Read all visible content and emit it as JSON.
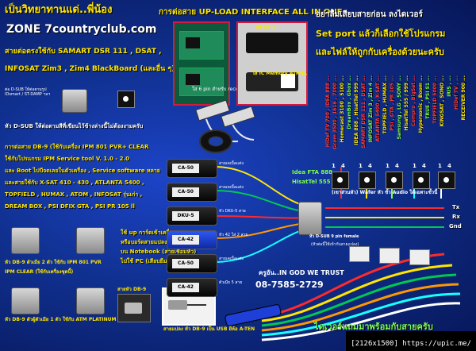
{
  "header": {
    "line1": "เป็นวิทยาทานแด่..พี่น้อง",
    "site": "ZONE 7countryclub.com",
    "models1": "สายต่อตรงใช้กับ SAMART DSR 111 , DSAT ,",
    "models2": "INFOSAT Zim3 , Zim4 BlackBoard (และอื่น ๆ)"
  },
  "top_banner": "การต่อสาย UP-LOAD INTERFACE ALL IN ONE",
  "photo_labels": {
    "box1": "ใส่ 6 pin สำหรับ receiver",
    "box2": "ปลายสาย",
    "box3": "ใส่ IC Memory ATMEL"
  },
  "right_notes": {
    "line1": "อย่าลืมเสียบสายก่อน ลงไดเวอร์",
    "line2": "Set port แล้วก็เลือกใช้โปรแกรม",
    "line3": "และไฟล์ให้ถูกกับเครื่องด้วยนะครับ"
  },
  "small_notes": {
    "dsub_small": "ต่อ D-SUB ให้ต่อตามรูป\nIDsmart / ST-DAMP ฯลฯ",
    "dsub_note": "หัว D-SUB ให้ต่อตามสีที่เขียนไว้ข้างล่างนี้ไม่ต้องงามครับ",
    "usage": [
      "การต่อสาย DB-9 (ใช้กับเครื่อง IPM 801 PVR+ CLEAR",
      "ใช้กับโปรแกรม IPM Service tool V. 1.0 - 2.0",
      "และ Boot ไปบีจดเลยในตัวเครื่อง , Service software หลาย",
      "และสายใช้กับ X-SAT 410 - 430 , ATLANTA 5400 ,",
      "TOPFIELD , HUMAX , ATOM , INFOSAT รุ่นเก่า ,",
      "DREAM BOX , PSI DFIX  GTA , PSI PR 105 ll"
    ],
    "hint1": "ใช้ up การ์ดเข้าเครื่อง",
    "hint2": "หรือบอร์ดสายแปลงเพื่อ up",
    "hint3": "บน Notebook (สายเชื่อมหัว)",
    "hint4": "ไปใช้ PC (เสียบยืมสายได้)",
    "db9a": "หัว DB-9 ตัวเมีย 2 ตัว ใช้กับ IPM 801 PVR",
    "db9b": "IPM CLEAR (ใช้กับเครื่องชุดนี้)",
    "db9c": "หัว DB-9 ตัวผู้ตัวเมีย 1 ตัว ใช้กับ ATM PLATINUM รุ่นเก่า",
    "cable_caption": "สายหัว DB-9",
    "usb_caption": "สายแปลง หัว DB-9 เป็น USB ยี่ห้อ A-TEN",
    "contact_label": "ครูอัน..IN GOD WE TRUST",
    "phone": "08-7585-2729",
    "bottom": "ไดเวอร์แถมมาพร้อมกับสายครับ",
    "watermark": "[2126x1500] https://upic.me/",
    "dsub9": "หัว D-SUB 9 pin female",
    "connect": "(หัวต่อนี้ใช้เข้ากับสายแปลง)",
    "wafer": "(เขาส่วนหัว) Wafer หัว ขั้ว Audio ใต้เฉพาะขั้วนี้",
    "idea": "Idea FTA 888 ,",
    "hisattel": "HisatTel 555 , 999",
    "tx": "Tx",
    "rx": "Rx",
    "gnd": "Gnd",
    "pin_nums": [
      "1",
      "4",
      "1",
      "4",
      "1",
      "4",
      "1",
      "4",
      "1",
      "4"
    ]
  },
  "dongles": [
    "CA-50",
    "CA-50",
    "DKU-5",
    "CA-42",
    "CA-50",
    "CA-42"
  ],
  "dongle_notes": [
    "สายเคเบิ้ลเเต่ง",
    "สายเคเบิ้ลเเต่ง",
    "หัว DKU-5 สาย",
    "หัว 42 ใส่ 2 สาย",
    "สายเคเบิ้ลเเต่ง",
    "ตัวเมีย 5 สาย"
  ],
  "vertical_labels": [
    {
      "text": "HiDef TV 700 , IDEA 888 ...",
      "color": "#ff3b3b"
    },
    {
      "text": "Gcom 3500 , 1616 , 7000 ...",
      "color": "#ff3b3b"
    },
    {
      "text": "Homecast 3100 , 5100 ...",
      "color": "#ffe600"
    },
    {
      "text": "DreamBox , Gbox ...",
      "color": "#7dff4a"
    },
    {
      "text": "IDEA 888 , HisatTel 999 ...",
      "color": "#ffe600"
    },
    {
      "text": "SAMART DSR 111 , DSAT ...",
      "color": "#ff3b3b"
    },
    {
      "text": "INFOSAT Zim 3 , Zim 4 ...",
      "color": "#7dff4a"
    },
    {
      "text": "ATLANTA 5400 , X-SAT ...",
      "color": "#ff3b3b"
    },
    {
      "text": "TOPFIELD , HUMAX ...",
      "color": "#ffe600"
    },
    {
      "text": "PSI , GTA , PR 105 ...",
      "color": "#ff3b3b"
    },
    {
      "text": "Samsung , LG , SONY ...",
      "color": "#7dff4a"
    },
    {
      "text": "HisatTel 555 / 999 ...",
      "color": "#ffe600"
    },
    {
      "text": "Compro , BigSat ...",
      "color": "#ff3b3b"
    },
    {
      "text": "Hypersonic , Boom ...",
      "color": "#ffe600"
    },
    {
      "text": "TRUE , PSI S1 ...",
      "color": "#7dff4a"
    },
    {
      "text": "TOPFIELD 5000 ...",
      "color": "#ff3b3b"
    },
    {
      "text": "KINGSAT , SONO ...",
      "color": "#ffe600"
    },
    {
      "text": "IRIS , ...",
      "color": "#7dff4a"
    },
    {
      "text": "HiDef TV , ...",
      "color": "#ff3b3b"
    },
    {
      "text": "RECEIVER 900 ...",
      "color": "#ffe600"
    }
  ]
}
